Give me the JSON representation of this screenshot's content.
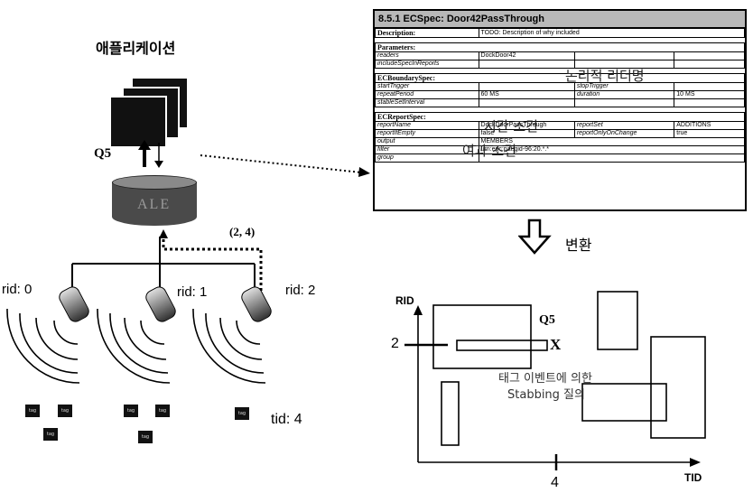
{
  "left": {
    "app_title": "애플리케이션",
    "query_label": "Q5",
    "server_label": "ALE",
    "coord_label": "(2, 4)",
    "readers": [
      "rid: 0",
      "rid: 1",
      "rid: 2"
    ],
    "tag_label": "tid: 4",
    "tag_text": "tag"
  },
  "spec": {
    "title": "8.5.1 ECSpec: Door42PassThrough",
    "description_label": "Description:",
    "description_value": "TODO: Description of why included",
    "parameters_label": "Parameters:",
    "readers_label": "readers",
    "readers_value": "DockDoor42",
    "include_label": "includeSpecInReports",
    "boundary_label": "ECBoundarySpec:",
    "start_trigger": "startTrigger",
    "stop_trigger": "stopTrigger",
    "repeat_period": "repeatPeriod",
    "repeat_value": "60 MS",
    "duration_label": "duration",
    "duration_value": "10 MS",
    "stable_label": "stableSetInterval",
    "report_label": "ECReportSpec:",
    "report_name": "reportName",
    "report_name_value": "DockDoorPassThrough",
    "report_set": "reportSet",
    "report_set_value": "ADDITIONS",
    "report_if_empty": "reportIfEmpty",
    "report_if_empty_value": "false",
    "report_only_on_change": "reportOnlyOnChange",
    "report_only_on_change_value": "true",
    "output_label": "output",
    "output_value": "MEMBERS",
    "filter_label": "filter",
    "filter_value": "urn:epc:pat:gid-96:20.*.*",
    "group_label": "group",
    "note_reader": "논리적 리더명",
    "note_time": "시간 조건",
    "note_report": "여과 조건"
  },
  "convert_label": "변환",
  "graph": {
    "y_axis_label": "RID",
    "x_axis_label": "TID",
    "y_tick": "2",
    "x_tick": "4",
    "query_label": "Q5",
    "point_marker": "X",
    "caption_line1": "태그 이벤트에 의한",
    "caption_line2": "Stabbing 질의"
  }
}
